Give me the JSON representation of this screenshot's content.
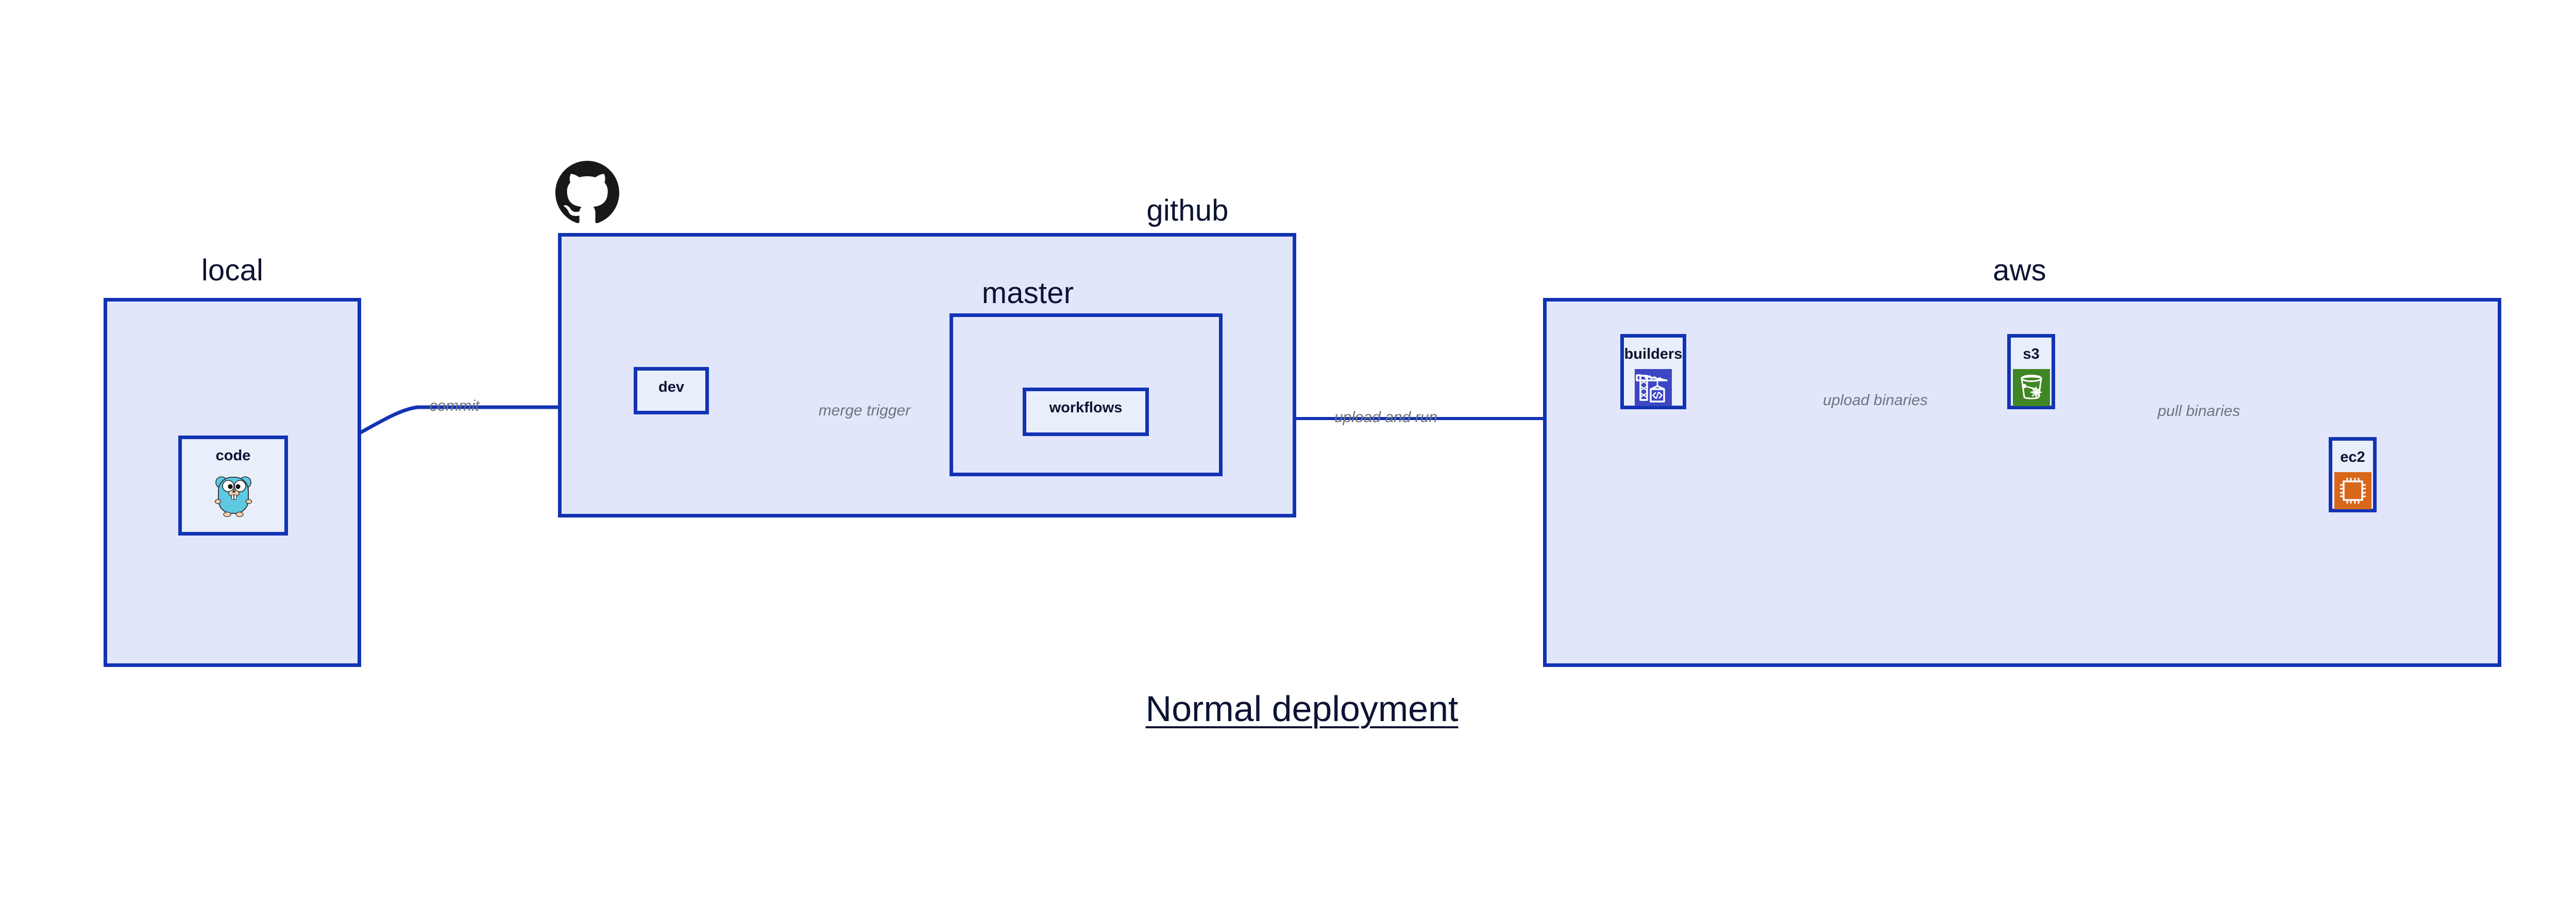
{
  "title": {
    "text": "Normal deployment"
  },
  "colors": {
    "group_fill": "#e1e6fa",
    "node_fill": "#e9eefb",
    "border": "#1233b3",
    "edge": "#1233b3",
    "label_text": "#0d1333",
    "edge_label_text": "#6e7481",
    "page_background": "#ffffff",
    "codebuild_orange_purple": "#3d47c4",
    "s3_green": "#3f8624",
    "ec2_orange": "#d8671a",
    "gopher_cyan": "#5dc9e2",
    "github_black": "#191717"
  },
  "groups": [
    {
      "id": "local",
      "label": "local"
    },
    {
      "id": "github",
      "label": "github"
    },
    {
      "id": "master",
      "label": "master"
    },
    {
      "id": "aws",
      "label": "aws"
    }
  ],
  "nodes": [
    {
      "id": "code",
      "label": "code",
      "icon": "go-gopher-icon",
      "group": "local"
    },
    {
      "id": "dev",
      "label": "dev",
      "icon": null,
      "group": "github"
    },
    {
      "id": "workflows",
      "label": "workflows",
      "icon": null,
      "group": "master"
    },
    {
      "id": "builders",
      "label": "builders",
      "icon": "aws-codebuild-icon",
      "group": "aws"
    },
    {
      "id": "s3",
      "label": "s3",
      "icon": "aws-s3-glacier-icon",
      "group": "aws"
    },
    {
      "id": "ec2",
      "label": "ec2",
      "icon": "aws-ec2-icon",
      "group": "aws"
    }
  ],
  "edges": [
    {
      "id": "commit",
      "label": "commit",
      "from": "code",
      "to": "dev"
    },
    {
      "id": "merge-trigger",
      "label": "merge trigger",
      "from": "dev",
      "to": "workflows"
    },
    {
      "id": "upload-and-run",
      "label": "upload and run",
      "from": "workflows",
      "to": "builders"
    },
    {
      "id": "upload-binaries",
      "label": "upload binaries",
      "from": "builders",
      "to": "s3"
    },
    {
      "id": "pull-binaries",
      "label": "pull binaries",
      "from": "s3",
      "to": "ec2"
    }
  ],
  "icons": {
    "github_mark": "github-octocat-icon"
  }
}
